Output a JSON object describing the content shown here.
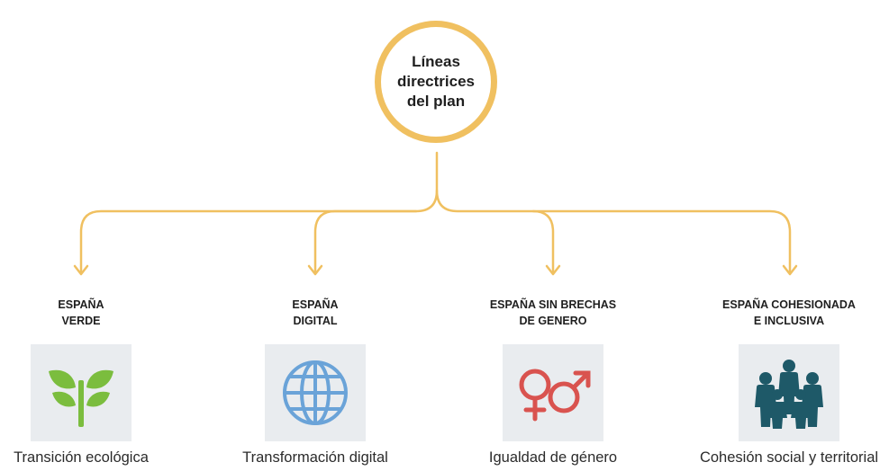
{
  "center": {
    "label": "Líneas directrices del plan"
  },
  "colors": {
    "connector": "#f0c060",
    "green": "#7bbd3e",
    "blue": "#6aa3d8",
    "red": "#d9534f",
    "teal": "#1e5968"
  },
  "branches": [
    {
      "title": "ESPAÑA\nVERDE",
      "caption": "Transición ecológica",
      "icon": "sprout-icon"
    },
    {
      "title": "ESPAÑA\nDIGITAL",
      "caption": "Transformación digital",
      "icon": "globe-icon"
    },
    {
      "title": "ESPAÑA SIN BRECHAS\nDE GENERO",
      "caption": "Igualdad de género",
      "icon": "gender-symbols-icon"
    },
    {
      "title": "ESPAÑA COHESIONADA\nE INCLUSIVA",
      "caption": "Cohesión social y territorial",
      "icon": "people-group-icon"
    }
  ]
}
